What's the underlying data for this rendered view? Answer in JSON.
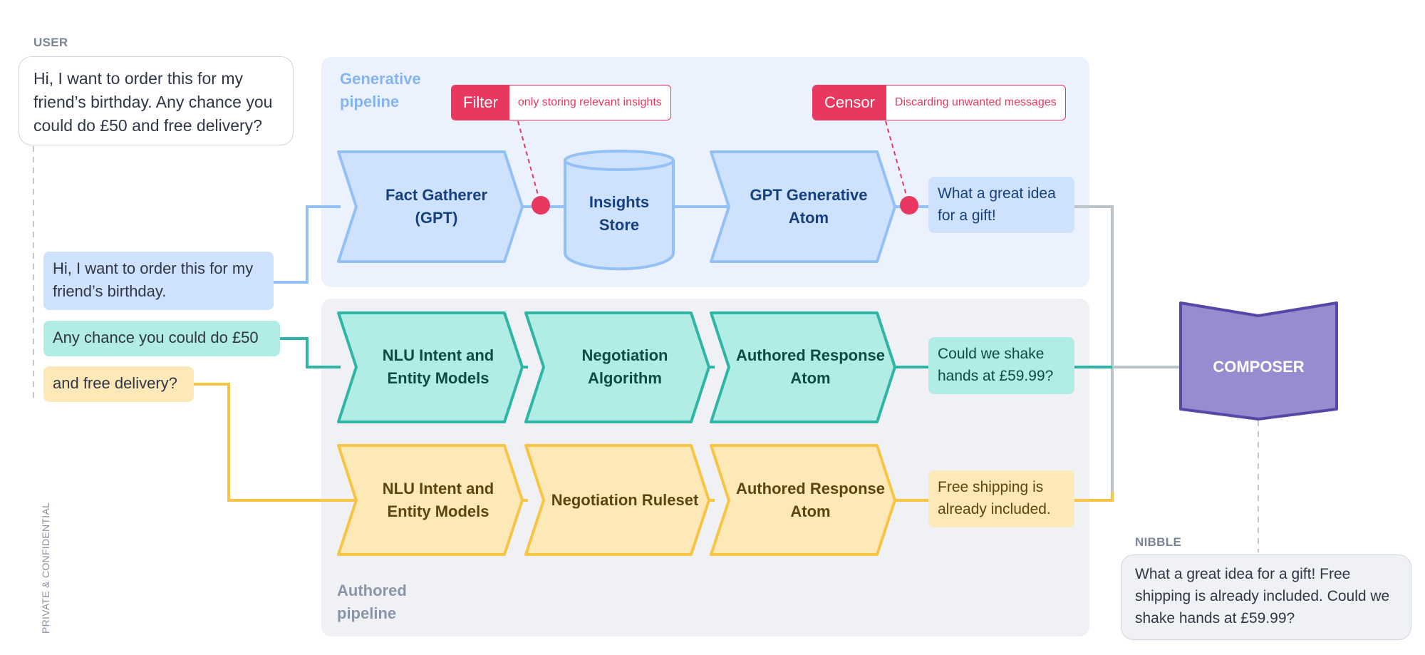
{
  "colors": {
    "blue_fill": "#cfe2fd",
    "blue_stroke": "#93c1f5",
    "blue_text": "#17407e",
    "teal_fill": "#b1ece5",
    "teal_stroke": "#2fb5a6",
    "teal_text": "#0f4b42",
    "yellow_fill": "#fde9b8",
    "yellow_stroke": "#f8c443",
    "yellow_text": "#5b4510",
    "red": "#e8385f",
    "composer_fill": "#978cd0",
    "composer_stroke": "#5747a6",
    "panel_gen": "#ebf2fd",
    "panel_auth": "#f0f1f5",
    "gray_line": "#b8c3cc"
  },
  "user": {
    "label": "USER",
    "message": "Hi, I want to order this for my friend’s birthday. Any chance you could do £50 and free delivery?"
  },
  "chunks": {
    "part1": "Hi, I want to order this for my friend’s birthday.",
    "part2": "Any chance you could do £50",
    "part3": "and free delivery?"
  },
  "generative_pipeline": {
    "title": "Generative pipeline",
    "fact_gatherer": "Fact Gatherer (GPT)",
    "insights_store": "Insights Store",
    "gpt_atom": "GPT Generative Atom",
    "filter": {
      "name": "Filter",
      "desc": "only storing relevant insights"
    },
    "censor": {
      "name": "Censor",
      "desc": "Discarding unwanted messages"
    },
    "output": "What a great idea for a gift!"
  },
  "authored_pipeline": {
    "title": "Authored pipeline",
    "row1": {
      "nlu": "NLU Intent and Entity Models",
      "negotiation": "Negotiation Algorithm",
      "response": "Authored Response Atom",
      "output": "Could we shake hands at £59.99?"
    },
    "row2": {
      "nlu": "NLU Intent and Entity Models",
      "negotiation": "Negotiation Ruleset",
      "response": "Authored Response Atom",
      "output": "Free shipping is already included."
    }
  },
  "composer": {
    "label": "COMPOSER"
  },
  "nibble": {
    "label": "NIBBLE",
    "message": "What a great idea for a gift! Free shipping is already included. Could we shake hands at £59.99?"
  },
  "footer": {
    "confidential": "PRIVATE & CONFIDENTIAL"
  }
}
